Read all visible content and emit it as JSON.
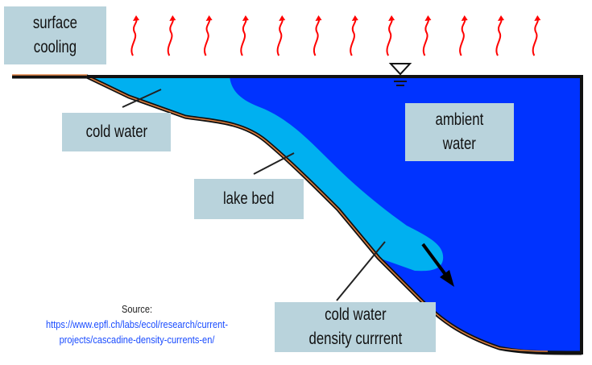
{
  "labels": {
    "surface_cooling": "surface\ncooling",
    "cold_water": "cold water",
    "ambient_water": "ambient\nwater",
    "lake_bed": "lake bed",
    "density_current": "cold water\ndensity currrent"
  },
  "source": {
    "label": "Source:",
    "url_line1": "https://www.epfl.ch/labs/ecol/research/current-",
    "url_line2": "projects/cascadine-density-currents-en/"
  },
  "colors": {
    "ambient": "#0033ff",
    "cold": "#00b0f0",
    "heat_arrows": "#ff0000",
    "label_bg": "#b9d3dc",
    "bed_edge": "#e08040"
  }
}
